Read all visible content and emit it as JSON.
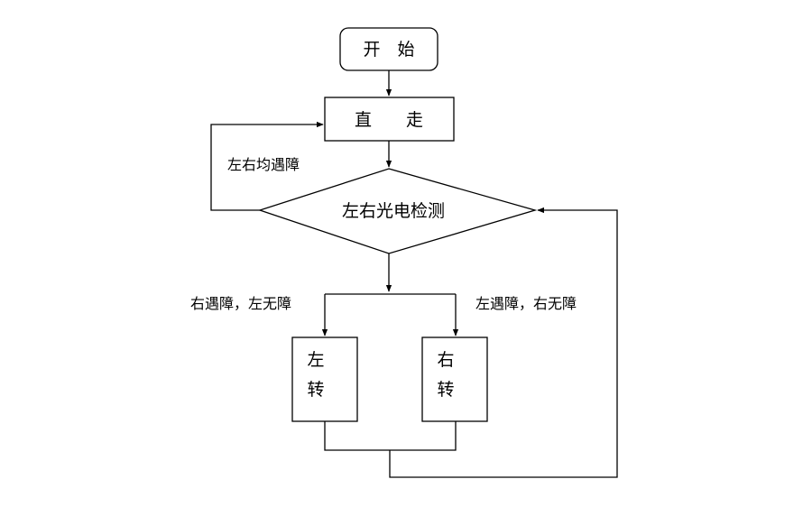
{
  "nodes": {
    "start": "开　始",
    "straight": "直　　走",
    "detect": "左右光电检测",
    "turn_left_1": "左",
    "turn_left_2": "转",
    "turn_right_1": "右",
    "turn_right_2": "转"
  },
  "edges": {
    "both_blocked": "左右均遇障",
    "right_blocked": "右遇障，左无障",
    "left_blocked": "左遇障，右无障"
  }
}
